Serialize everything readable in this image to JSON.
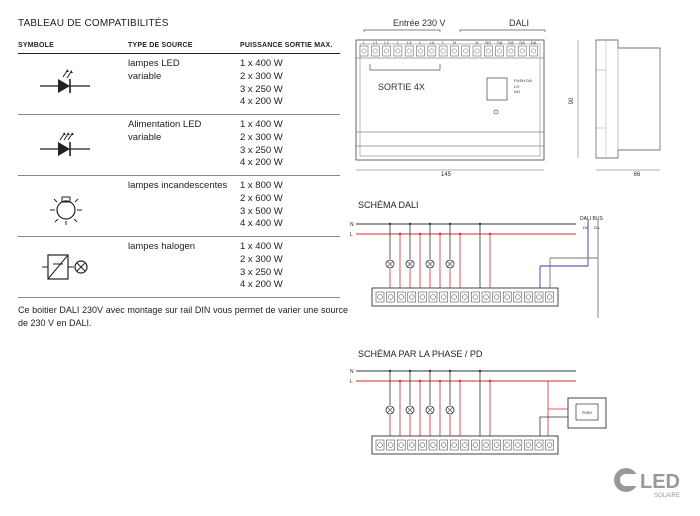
{
  "title": "TABLEAU DE COMPATIBILITÉS",
  "table": {
    "headers": [
      "SYMBOLE",
      "TYPE DE SOURCE",
      "PUISSANCE  SORTIE MAX."
    ],
    "rows": [
      {
        "symbol": "led-variable-icon",
        "type_lines": [
          "lampes LED",
          "variable"
        ],
        "power": [
          "1 x 400 W",
          "2 x 300 W",
          "3 x 250 W",
          "4 x 200 W"
        ]
      },
      {
        "symbol": "led-power-supply-icon",
        "type_lines": [
          "Alimentation LED",
          "variable"
        ],
        "power": [
          "1 x 400 W",
          "2 x 300 W",
          "3 x 250 W",
          "4 x 200 W"
        ]
      },
      {
        "symbol": "incandescent-lamp-icon",
        "type_lines": [
          "lampes incandescentes"
        ],
        "power": [
          "1 x 800 W",
          "2 x 600 W",
          "3 x 500 W",
          "4 x 400 W"
        ]
      },
      {
        "symbol": "halogen-lamp-icon",
        "type_lines": [
          "lampes halogen"
        ],
        "power": [
          "1 x 400 W",
          "2 x 300 W",
          "3 x 250 W",
          "4 x 200 W"
        ]
      }
    ]
  },
  "note": "Ce boitier DALI 230V avec montage sur rail DIN vous permet de varier une source de 230 V en DALI.",
  "device": {
    "label_input": "Entrée 230 V",
    "label_dali": "DALI",
    "label_output": "SORTIE 4X",
    "dim_width": "145",
    "dim_height": "90",
    "dim_depth": "66",
    "terminals_top": [
      "L",
      "L1",
      "L2",
      "L",
      "L3",
      "L",
      "L4",
      "L",
      "N",
      "",
      "N",
      "NO",
      "DA",
      "DA",
      "DA",
      "DA"
    ],
    "switch_lines": [
      "PUSH  DA",
      "LO",
      "NO"
    ]
  },
  "schema_dali": {
    "title": "SCHÉMA DALI",
    "line_n": "N",
    "line_l": "L",
    "bus_label": "DALI BUS",
    "bus_terms": [
      "DA",
      "DA"
    ]
  },
  "schema_phase": {
    "title": "SCHÉMA PAR LA PHASE / PD",
    "line_n": "N",
    "line_l": "L",
    "push_label": "PUSH"
  },
  "logo": {
    "brand": "LED",
    "sub": "SOLAIRE"
  },
  "colors": {
    "wire_red": "#d62b2b",
    "wire_blue": "#3a3aa8",
    "wire_dark": "#333333"
  }
}
